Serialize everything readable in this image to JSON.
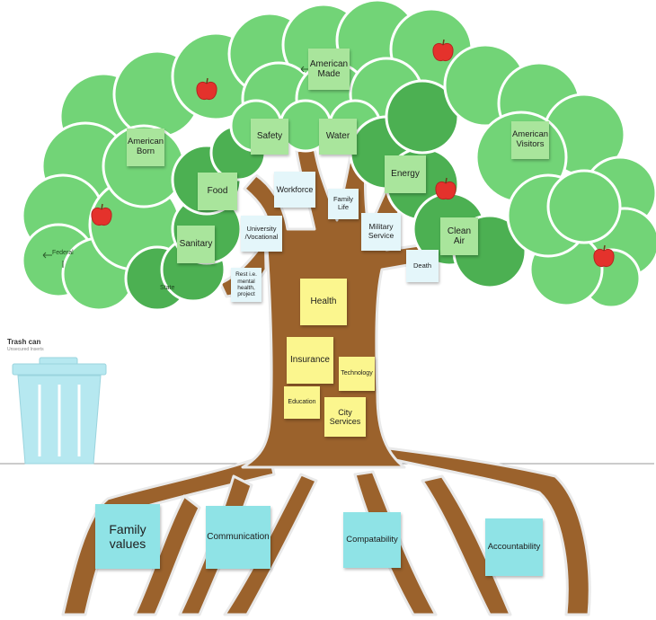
{
  "trash": {
    "title": "Trash can",
    "subtitle": "Unsecured Inserts"
  },
  "canopy": {
    "american_made": "American Made",
    "american_born": "American Born",
    "american_visitors": "American Visitors",
    "safety": "Safety",
    "water": "Water",
    "food": "Food",
    "energy": "Energy",
    "sanitary": "Sanitary",
    "clean_air": "Clean Air",
    "federal": "Federal",
    "state": "State"
  },
  "branches": {
    "workforce": "Workforce",
    "family_life": "Family Life",
    "university": "University /Vocational",
    "military": "Military Service",
    "rest": "Rest i.e. mental health, project",
    "death": "Death"
  },
  "trunk": {
    "health": "Health",
    "insurance": "Insurance",
    "technology": "Technology",
    "education": "Education",
    "city_services": "City Services"
  },
  "roots": {
    "family_values": "Family values",
    "communication": "Communication",
    "compatability": "Compatability",
    "accountability": "Accountability"
  },
  "colors": {
    "canopy_light": "#72d477",
    "canopy_dark": "#4cb052",
    "trunk": "#9b622c",
    "apple": "#e4322c",
    "trash": "#b6e8f0"
  }
}
